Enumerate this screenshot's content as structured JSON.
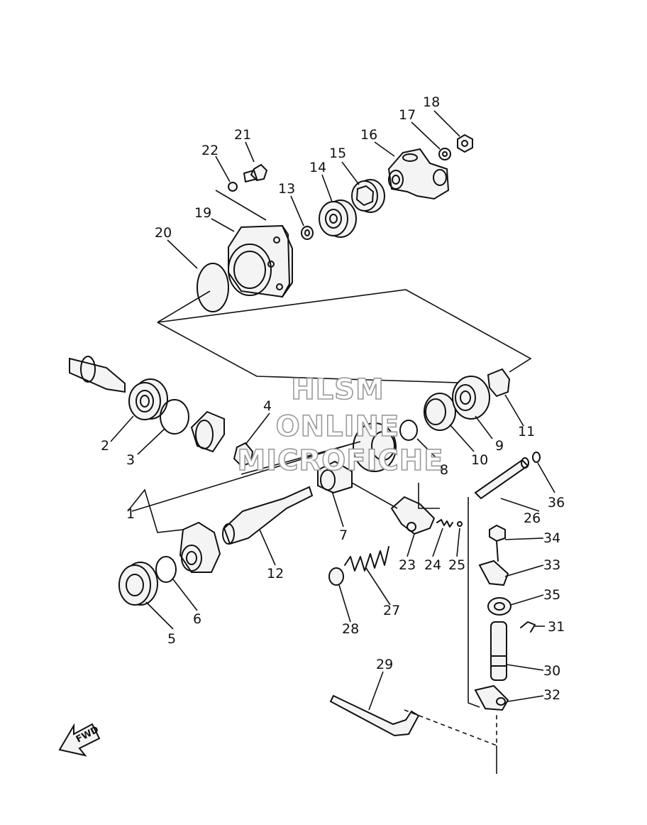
{
  "watermark": {
    "line1": "HLSM",
    "line2": "ONLINE",
    "line3": "MICROFICHE"
  },
  "direction_label": "FWD",
  "callouts": {
    "c1": "1",
    "c2": "2",
    "c3": "3",
    "c4": "4",
    "c5": "5",
    "c6": "6",
    "c7": "7",
    "c8": "8",
    "c9": "9",
    "c10": "10",
    "c11": "11",
    "c12": "12",
    "c13": "13",
    "c14": "14",
    "c15": "15",
    "c16": "16",
    "c17": "17",
    "c18": "18",
    "c19": "19",
    "c20": "20",
    "c21": "21",
    "c22": "22",
    "c23": "23",
    "c24": "24",
    "c25": "25",
    "c26": "26",
    "c27": "27",
    "c28": "28",
    "c29": "29",
    "c30": "30",
    "c31": "31",
    "c32": "32",
    "c33": "33",
    "c34": "34",
    "c35": "35",
    "c36": "36"
  },
  "colors": {
    "ink": "#111111",
    "paper": "#ffffff",
    "watermark_outline": "#9a9a9a"
  }
}
